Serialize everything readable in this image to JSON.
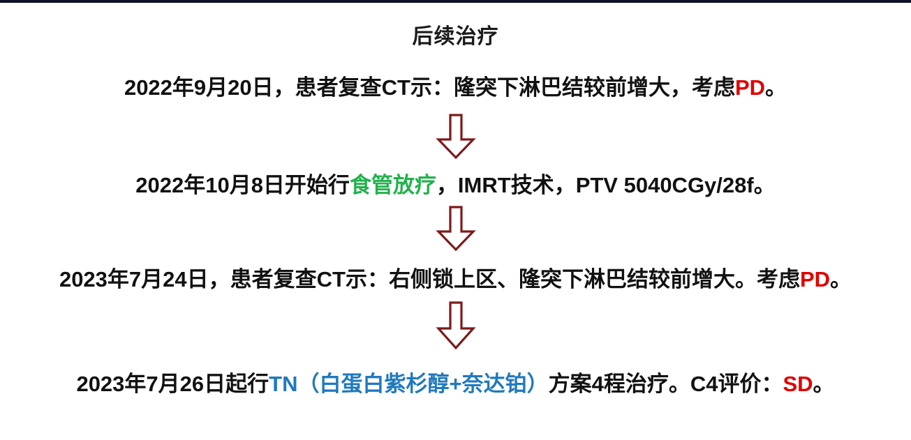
{
  "slide": {
    "title": "后续治疗",
    "background_color": "#ffffff",
    "top_band_color": "#0d1027"
  },
  "colors": {
    "text": "#111111",
    "red": "#e00000",
    "green": "#22b14c",
    "blue": "#2079be",
    "arrow_outline": "#7d1a1a",
    "arrow_fill": "#ffffff"
  },
  "flow": {
    "steps": [
      {
        "id": "step-1",
        "full_text": "2022年9月20日，患者复查CT示：隆突下淋巴结较前增大，考虑PD。",
        "segments": [
          {
            "text": "2022年9月20日，患者复查CT示：隆突下淋巴结较前增大，考虑",
            "color": "#111111"
          },
          {
            "text": "PD",
            "color": "#e00000"
          },
          {
            "text": "。",
            "color": "#111111"
          }
        ]
      },
      {
        "id": "step-2",
        "full_text": "2022年10月8日开始行食管放疗，IMRT技术，PTV 5040CGy/28f。",
        "segments": [
          {
            "text": "2022年10月8日开始行",
            "color": "#111111"
          },
          {
            "text": "食管放疗",
            "color": "#22b14c"
          },
          {
            "text": "，IMRT技术，PTV 5040CGy/28f。",
            "color": "#111111"
          }
        ]
      },
      {
        "id": "step-3",
        "full_text": "2023年7月24日，患者复查CT示：右侧锁上区、隆突下淋巴结较前增大。考虑PD。",
        "segments": [
          {
            "text": "2023年7月24日，患者复查CT示：右侧锁上区、隆突下淋巴结较前增大。考虑",
            "color": "#111111"
          },
          {
            "text": "PD",
            "color": "#e00000"
          },
          {
            "text": "。",
            "color": "#111111"
          }
        ]
      },
      {
        "id": "step-4",
        "full_text": "2023年7月26日起行TN（白蛋白紫杉醇+奈达铂）方案4程治疗。C4评价：SD。",
        "segments": [
          {
            "text": "2023年7月26日起行",
            "color": "#111111"
          },
          {
            "text": "TN（白蛋白紫杉醇+奈达铂）",
            "color": "#2079be"
          },
          {
            "text": "方案4程治疗。C4评价：",
            "color": "#111111"
          },
          {
            "text": "SD",
            "color": "#e00000"
          },
          {
            "text": "。",
            "color": "#111111"
          }
        ]
      }
    ],
    "connectors": [
      {
        "id": "arrow-1",
        "icon": "down-arrow-icon"
      },
      {
        "id": "arrow-2",
        "icon": "down-arrow-icon"
      },
      {
        "id": "arrow-3",
        "icon": "down-arrow-icon"
      }
    ]
  },
  "step_text": {
    "line1_a": "2022年9月20日，患者复查CT示：隆突下淋巴结较前增大，考虑",
    "line1_b": "PD",
    "line1_c": "。",
    "line2_a": "2022年10月8日开始行",
    "line2_b": "食管放疗",
    "line2_c": "，IMRT技术，PTV 5040CGy/28f。",
    "line3_a": "2023年7月24日，患者复查CT示：右侧锁上区、隆突下淋巴结较前增大。考虑",
    "line3_b": "PD",
    "line3_c": "。",
    "line4_a": "2023年7月26日起行",
    "line4_b": "TN（白蛋白紫杉醇+奈达铂）",
    "line4_c": "方案4程治疗。C4评价：",
    "line4_d": "SD",
    "line4_e": "。"
  }
}
